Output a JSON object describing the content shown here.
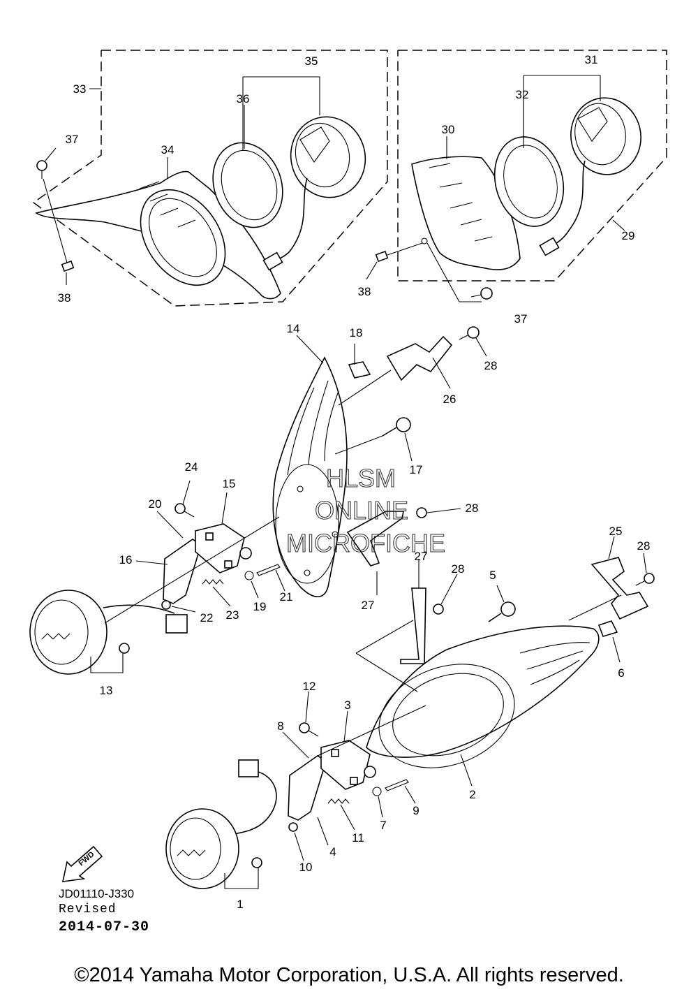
{
  "diagram": {
    "callouts": {
      "c1": "1",
      "c2": "2",
      "c3": "3",
      "c4": "4",
      "c5": "5",
      "c6": "6",
      "c7": "7",
      "c8": "8",
      "c9": "9",
      "c10": "10",
      "c11": "11",
      "c12": "12",
      "c13": "13",
      "c14": "14",
      "c15": "15",
      "c16": "16",
      "c17": "17",
      "c18": "18",
      "c19": "19",
      "c20": "20",
      "c21": "21",
      "c22": "22",
      "c23": "23",
      "c24": "24",
      "c25": "25",
      "c26": "26",
      "c27a": "27",
      "c27b": "27",
      "c28a": "28",
      "c28b": "28",
      "c28c": "28",
      "c28d": "28",
      "c29": "29",
      "c30": "30",
      "c31": "31",
      "c32": "32",
      "c33": "33",
      "c34": "34",
      "c35": "35",
      "c36": "36",
      "c37a": "37",
      "c37b": "37",
      "c38a": "38",
      "c38b": "38"
    },
    "watermark": {
      "line1": "HLSM",
      "line2": "ONLINE",
      "line3": "MICROFICHE"
    },
    "fwd_label": "FWD",
    "diagram_code": "JD01110-J330",
    "revised_label": "Revised",
    "revised_date": "2014-07-30",
    "copyright": "©2014 Yamaha Motor Corporation, U.S.A. All rights reserved."
  }
}
